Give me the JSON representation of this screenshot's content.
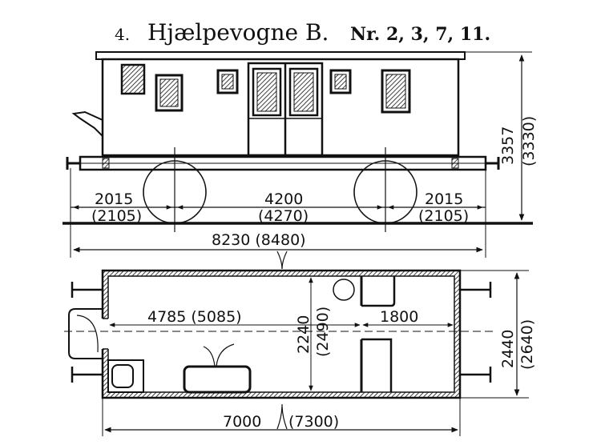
{
  "title": {
    "number": "4.",
    "name": "Hjælpevogne B.",
    "cars": "Nr. 2, 3, 7, 11."
  },
  "side_view": {
    "length_left": "2015",
    "length_left_alt": "(2105)",
    "wheelbase": "4200",
    "wheelbase_alt": "(4270)",
    "length_right": "2015",
    "length_right_alt": "(2105)",
    "overall_length": "8230 (8480)",
    "height": "3357",
    "height_alt": "(3330)"
  },
  "plan_view": {
    "inner_length_left": "4785 (5085)",
    "inner_length_right": "1800",
    "inner_width": "2240",
    "inner_width_alt": "(2490)",
    "outer_width": "2440",
    "outer_width_alt": "(2640)",
    "body_length": "7000",
    "body_length_alt": "(7300)"
  },
  "colors": {
    "ink": "#111111",
    "paper": "#ffffff"
  }
}
